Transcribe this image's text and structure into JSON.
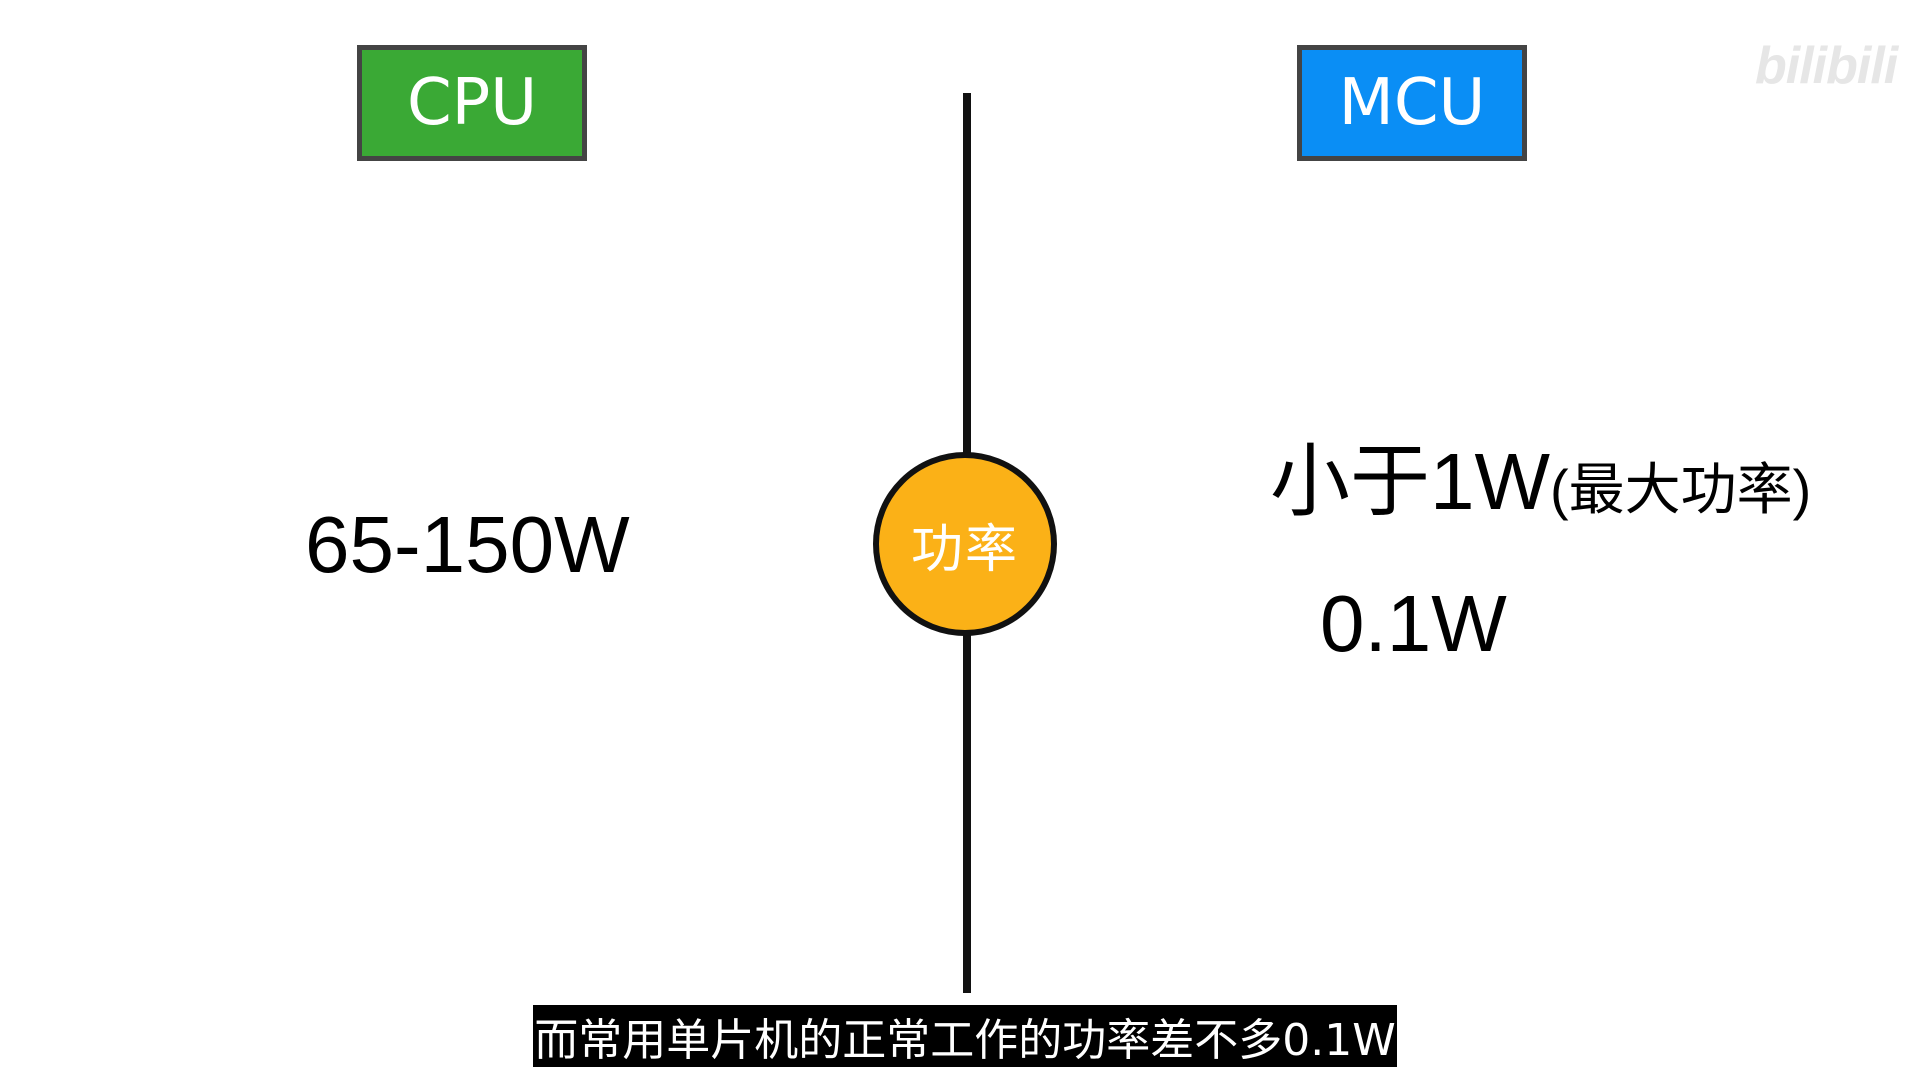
{
  "cpu": {
    "label": "CPU",
    "color": "#3aa935",
    "power": "65-150W"
  },
  "mcu": {
    "label": "MCU",
    "color": "#0a8ef5",
    "power_main": "小于1W",
    "power_note": "(最大功率)",
    "power_typical": "0.1W"
  },
  "center": {
    "label": "功率",
    "color": "#fbb117"
  },
  "subtitle": "而常用单片机的正常工作的功率差不多0.1W",
  "watermark": "bilibili"
}
